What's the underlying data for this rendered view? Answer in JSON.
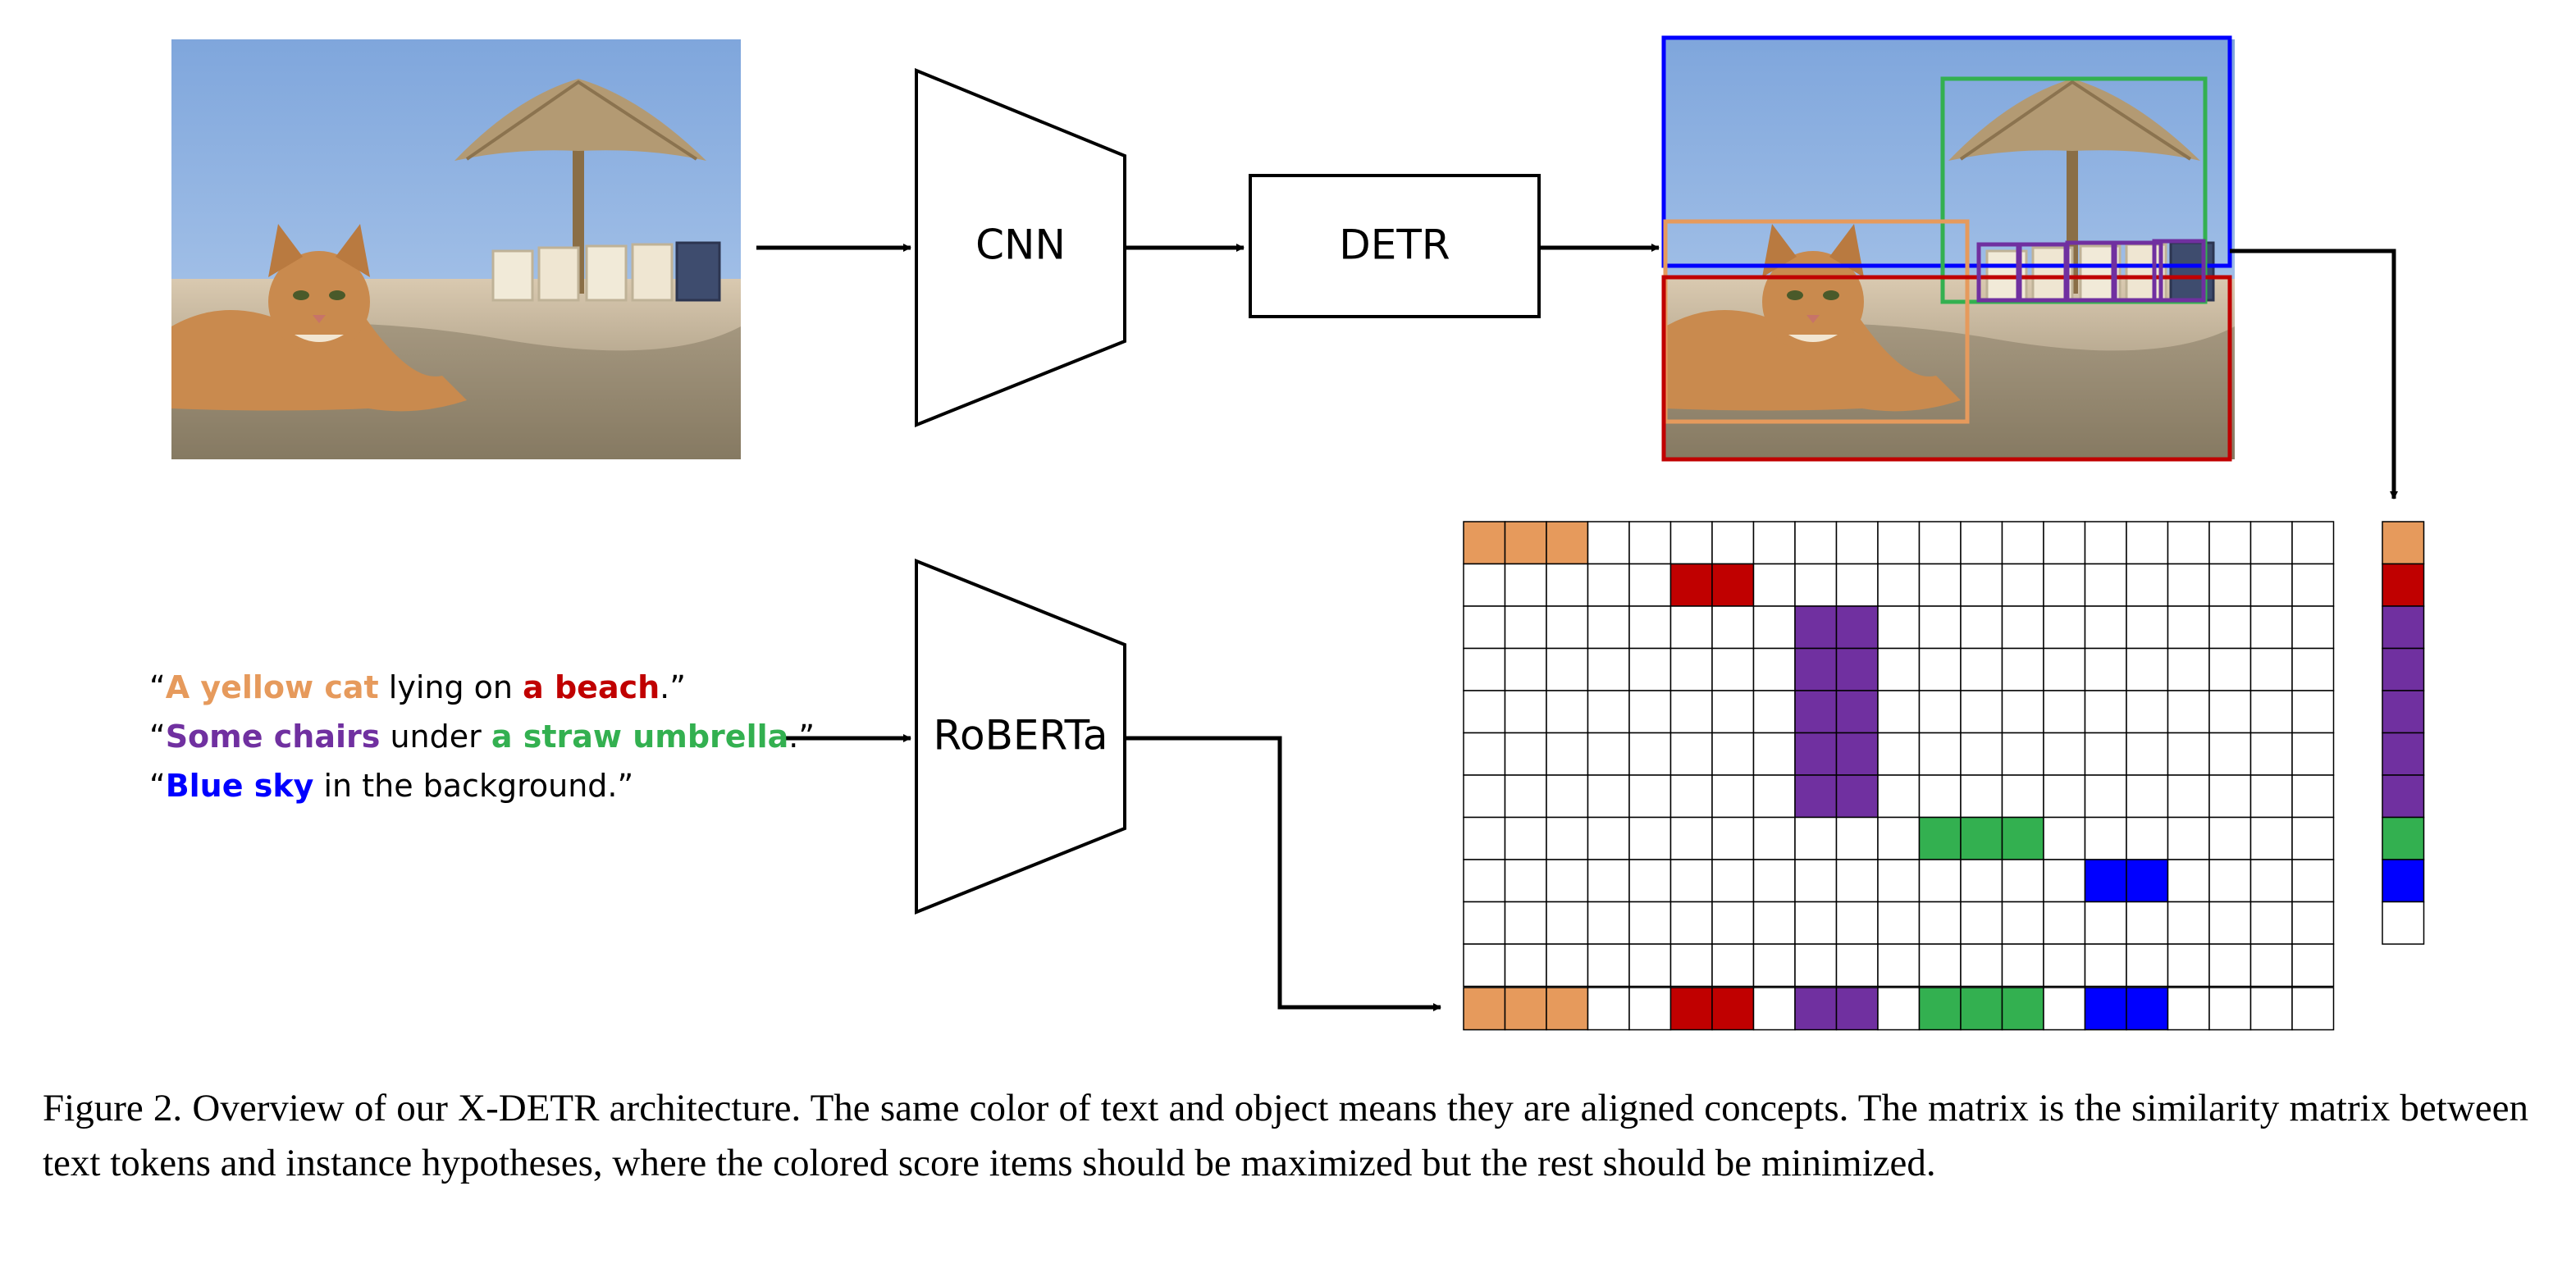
{
  "colors": {
    "orange": "#E69A5C",
    "red": "#C00000",
    "purple": "#7030A0",
    "green": "#33B050",
    "blue": "#0000FF",
    "white": "#FFFFFF",
    "line": "#000000"
  },
  "boxes": {
    "cnn": "CNN",
    "detr": "DETR",
    "roberta": "RoBERTa"
  },
  "sentences": [
    {
      "segments": [
        {
          "text": "“",
          "color": "#000000",
          "bold": false
        },
        {
          "text": "A yellow cat",
          "color": "#E69A5C",
          "bold": true
        },
        {
          "text": " lying on ",
          "color": "#000000",
          "bold": false
        },
        {
          "text": "a beach",
          "color": "#C00000",
          "bold": true
        },
        {
          "text": ".”",
          "color": "#000000",
          "bold": false
        }
      ]
    },
    {
      "segments": [
        {
          "text": "“",
          "color": "#000000",
          "bold": false
        },
        {
          "text": "Some chairs",
          "color": "#7030A0",
          "bold": true
        },
        {
          "text": " under ",
          "color": "#000000",
          "bold": false
        },
        {
          "text": "a straw umbrella",
          "color": "#33B050",
          "bold": true
        },
        {
          "text": ".”",
          "color": "#000000",
          "bold": false
        }
      ]
    },
    {
      "segments": [
        {
          "text": "“",
          "color": "#000000",
          "bold": false
        },
        {
          "text": "Blue sky",
          "color": "#0000FF",
          "bold": true
        },
        {
          "text": " in the background.”",
          "color": "#000000",
          "bold": false
        }
      ]
    }
  ],
  "detections": [
    {
      "object": "sky",
      "color": "#0000FF"
    },
    {
      "object": "umbrella",
      "color": "#33B050"
    },
    {
      "object": "cat",
      "color": "#E69A5C"
    },
    {
      "object": "beach",
      "color": "#C00000"
    },
    {
      "object": "chair",
      "color": "#7030A0"
    },
    {
      "object": "chair",
      "color": "#7030A0"
    },
    {
      "object": "chair",
      "color": "#7030A0"
    },
    {
      "object": "chair",
      "color": "#7030A0"
    },
    {
      "object": "chair",
      "color": "#7030A0"
    }
  ],
  "similarity_matrix": {
    "rows": 11,
    "cols": 21,
    "colored_cells": [
      {
        "row": 0,
        "cols": [
          0,
          1,
          2
        ],
        "color": "#E69A5C"
      },
      {
        "row": 1,
        "cols": [
          5,
          6
        ],
        "color": "#C00000"
      },
      {
        "row": 2,
        "cols": [
          8,
          9
        ],
        "color": "#7030A0"
      },
      {
        "row": 3,
        "cols": [
          8,
          9
        ],
        "color": "#7030A0"
      },
      {
        "row": 4,
        "cols": [
          8,
          9
        ],
        "color": "#7030A0"
      },
      {
        "row": 5,
        "cols": [
          8,
          9
        ],
        "color": "#7030A0"
      },
      {
        "row": 6,
        "cols": [
          8,
          9
        ],
        "color": "#7030A0"
      },
      {
        "row": 7,
        "cols": [
          11,
          12,
          13
        ],
        "color": "#33B050"
      },
      {
        "row": 8,
        "cols": [
          15,
          16
        ],
        "color": "#0000FF"
      }
    ]
  },
  "instance_column": [
    "#E69A5C",
    "#C00000",
    "#7030A0",
    "#7030A0",
    "#7030A0",
    "#7030A0",
    "#7030A0",
    "#33B050",
    "#0000FF",
    "#FFFFFF"
  ],
  "token_row": [
    "#E69A5C",
    "#E69A5C",
    "#E69A5C",
    "#FFFFFF",
    "#FFFFFF",
    "#C00000",
    "#C00000",
    "#FFFFFF",
    "#7030A0",
    "#7030A0",
    "#FFFFFF",
    "#33B050",
    "#33B050",
    "#33B050",
    "#FFFFFF",
    "#0000FF",
    "#0000FF",
    "#FFFFFF",
    "#FFFFFF",
    "#FFFFFF",
    "#FFFFFF"
  ],
  "caption": "Figure 2.  Overview of our X-DETR architecture.  The same color of text and object means they are aligned concepts.  The matrix is the similarity matrix between text tokens and instance hypotheses, where the colored score items should be maximized but the rest should be minimized."
}
